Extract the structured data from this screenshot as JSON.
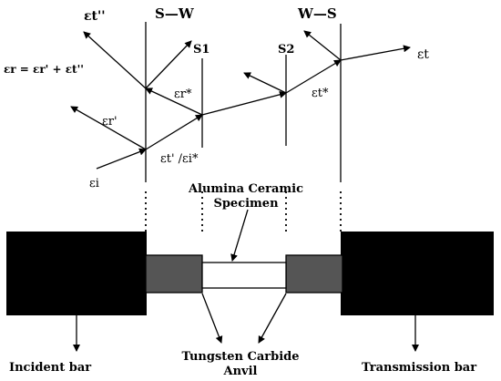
{
  "interfaces": {
    "sw": "S—W",
    "s1": "S1",
    "s2": "S2",
    "ws": "W—S"
  },
  "strain": {
    "t_dprime": "εt''",
    "eq": "εr = εr' + εt''",
    "r_star": "εr*",
    "r_prime": "εr'",
    "ti": "εt' /εi*",
    "i": "εi",
    "t_star": "εt*",
    "t": "εt"
  },
  "labels": {
    "specimen": "Alumina Ceramic Specimen",
    "incident": "Incident bar",
    "anvil": "Tungsten Carbide Anvil",
    "transmission": "Transmission bar"
  }
}
